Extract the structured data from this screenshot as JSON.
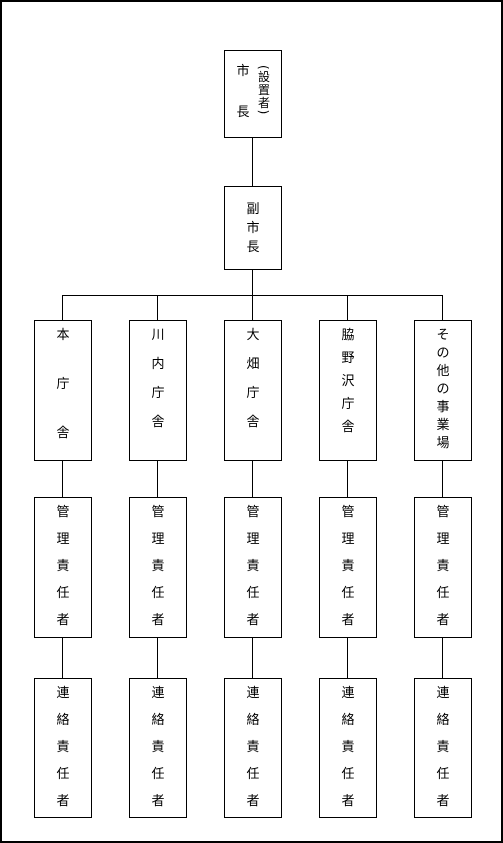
{
  "mayor": {
    "chars": [
      "市",
      "長"
    ],
    "note": "(設置者)"
  },
  "deputy": {
    "chars": [
      "副",
      "市",
      "長"
    ]
  },
  "branches": [
    {
      "chars": [
        "本",
        "庁",
        "舎"
      ]
    },
    {
      "chars": [
        "川",
        "内",
        "庁",
        "舎"
      ]
    },
    {
      "chars": [
        "大",
        "畑",
        "庁",
        "舎"
      ]
    },
    {
      "chars": [
        "脇",
        "野",
        "沢",
        "庁",
        "舎"
      ]
    },
    {
      "chars": [
        "そ",
        "の",
        "他",
        "の",
        "事",
        "業",
        "場"
      ]
    }
  ],
  "manager": {
    "chars": [
      "管",
      "理",
      "責",
      "任",
      "者"
    ]
  },
  "liaison": {
    "chars": [
      "連",
      "絡",
      "責",
      "任",
      "者"
    ]
  }
}
